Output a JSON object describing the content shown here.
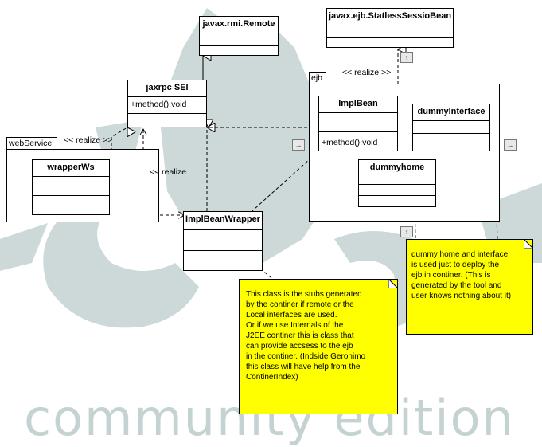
{
  "watermark": {
    "text": "community edition",
    "emblem": "gargoyle-emblem"
  },
  "classes": {
    "remote": {
      "name": "javax.rmi.Remote"
    },
    "stateless": {
      "name": "javax.ejb.StatlessSessioBean"
    },
    "jaxrpc": {
      "name": "jaxrpc SEI",
      "operation": "+method():void"
    },
    "wrapperWs": {
      "name": "wrapperWs"
    },
    "implBeanWrapper": {
      "name": "ImplBeanWrapper"
    },
    "implBean": {
      "name": "ImplBean",
      "operation": "+method():void"
    },
    "dummyInterface": {
      "name": "dummyInterface"
    },
    "dummyhome": {
      "name": "dummyhome"
    }
  },
  "packages": {
    "webService": {
      "name": "webService"
    },
    "ejb": {
      "name": "ejb"
    }
  },
  "labels": {
    "realize_web": "<< realize >>",
    "realize_wrapper": "<< realize",
    "realize_ejb": "<< realize >>"
  },
  "notes": {
    "dummy": "dummy home and  interface\n is used just to deploy the\nejb in continer. (This is\ngenerated by the tool and\n user knows nothing about it)",
    "stubs": "This class is the stubs  generated\nby the continer if remote or the\nLocal interfaces are used.\nOr if we use Internals of the\nJ2EE continer this is class that\ncan provide accsess to the ejb\nin the continer. (Indside Geronimo\nthis class will have help from the\nContinerIndex)"
  },
  "icons": {
    "nav_right": "expand-right-icon",
    "nav_up": "expand-up-icon"
  }
}
